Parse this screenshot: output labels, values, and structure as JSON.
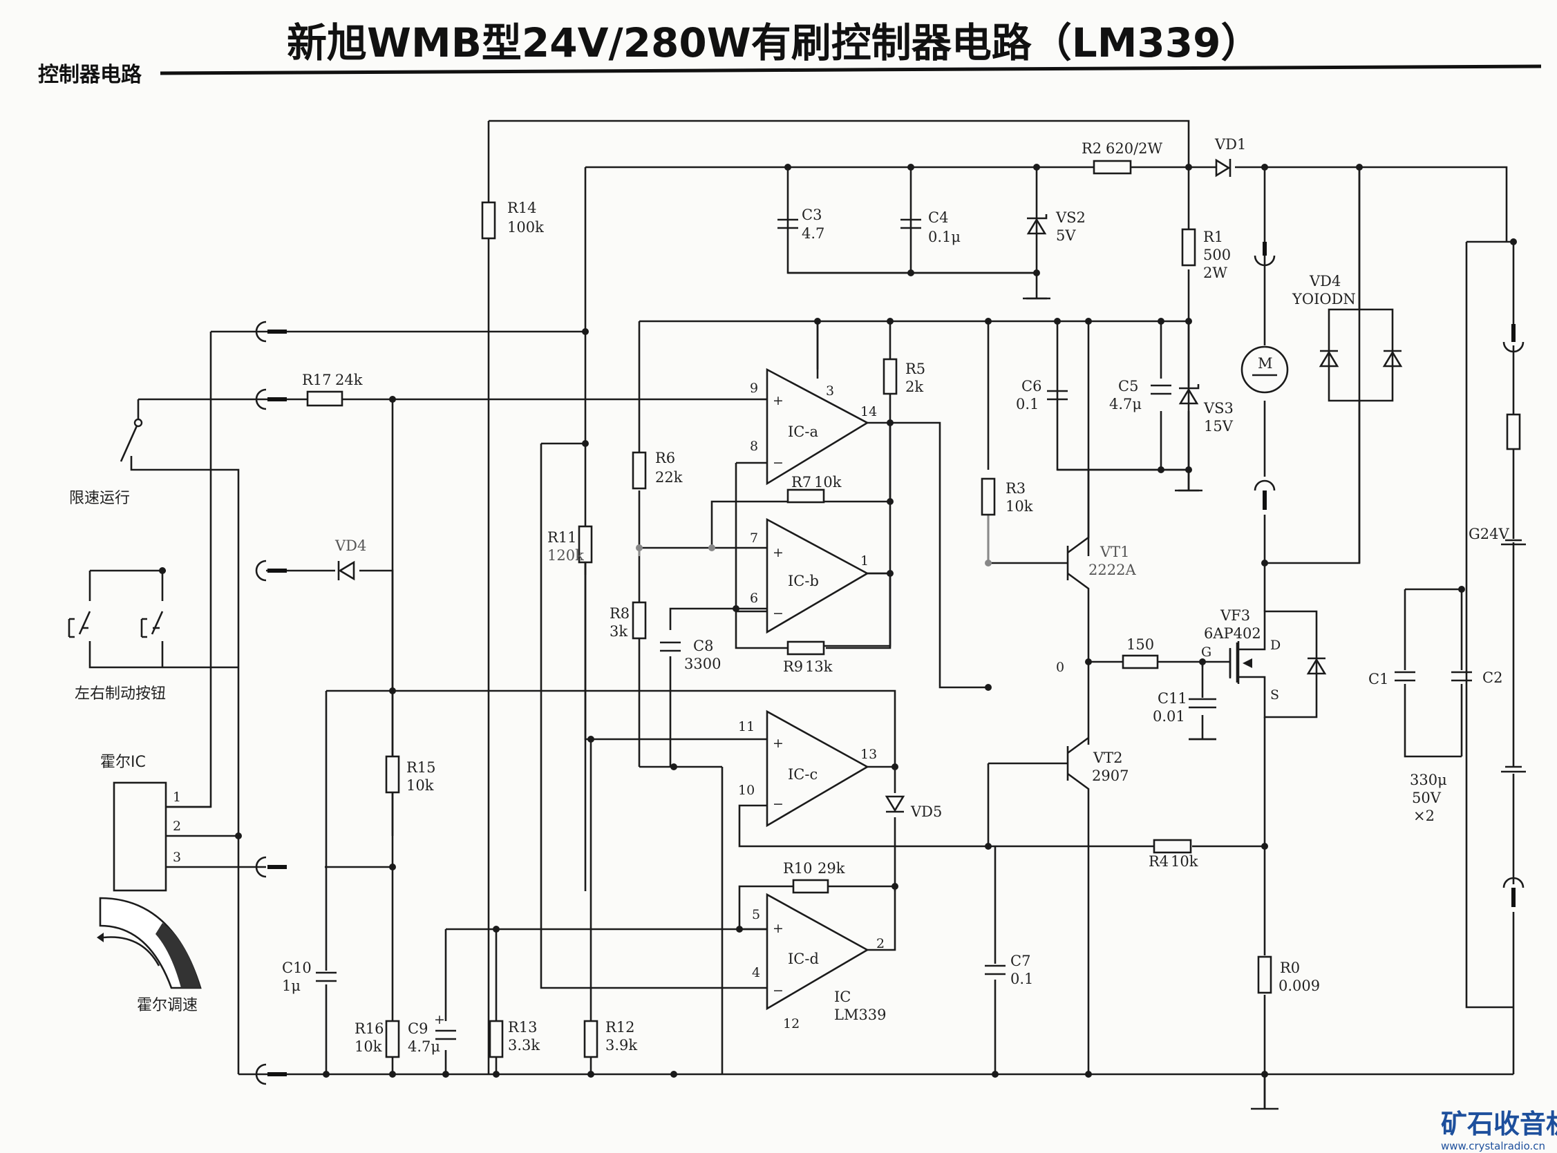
{
  "title": "新旭WMB型24V/280W有刷控制器电路（LM339）",
  "section_label": "控制器电路",
  "labels": {
    "xiansu": "限速运行",
    "zhidong": "左右制动按钮",
    "huoer_ic": "霍尔IC",
    "huoer_tiaosu": "霍尔调速",
    "g24v": "G24V",
    "cap_note": [
      "330μ",
      "50V",
      "×2"
    ],
    "ic_name": [
      "IC",
      "LM339"
    ],
    "ic_a": "IC-a",
    "ic_b": "IC-b",
    "ic_c": "IC-c",
    "ic_d": "IC-d",
    "motor": "M"
  },
  "components": {
    "R17": [
      "R17",
      "24k"
    ],
    "R14": [
      "R14",
      "100k"
    ],
    "R2": [
      "R2",
      "620/2W"
    ],
    "VD1": [
      "VD1"
    ],
    "C3": [
      "C3",
      "4.7"
    ],
    "C4": [
      "C4",
      "0.1μ"
    ],
    "VS2": [
      "VS2",
      "5V"
    ],
    "R1": [
      "R1",
      "500",
      "2W"
    ],
    "VD4_bridge": [
      "VD4",
      "YOIODN"
    ],
    "R5": [
      "R5",
      "2k"
    ],
    "C6": [
      "C6",
      "0.1"
    ],
    "C5": [
      "C5",
      "4.7μ"
    ],
    "VS3": [
      "VS3",
      "15V"
    ],
    "R6": [
      "R6",
      "22k"
    ],
    "R7": [
      "R7",
      "10k"
    ],
    "R3": [
      "R3",
      "10k"
    ],
    "R11": [
      "R11",
      "120k"
    ],
    "VT1": [
      "VT1",
      "2222A"
    ],
    "VD4": [
      "VD4"
    ],
    "R8": [
      "R8",
      "3k"
    ],
    "C8": [
      "C8",
      "3300"
    ],
    "R9": [
      "R9",
      "13k"
    ],
    "VF3": [
      "VF3",
      "6AP402"
    ],
    "R150": [
      "150"
    ],
    "C11": [
      "C11",
      "0.01"
    ],
    "VT2": [
      "VT2",
      "2907"
    ],
    "VD5": [
      "VD5"
    ],
    "R15": [
      "R15",
      "10k"
    ],
    "R4": [
      "R4",
      "10k"
    ],
    "R10": [
      "R10",
      "29k"
    ],
    "C10": [
      "C10",
      "1μ"
    ],
    "C7": [
      "C7",
      "0.1"
    ],
    "R0": [
      "R0",
      "0.009"
    ],
    "R16": [
      "R16",
      "10k"
    ],
    "C9": [
      "C9",
      "4.7μ"
    ],
    "R13": [
      "R13",
      "3.3k"
    ],
    "R12": [
      "R12",
      "3.9k"
    ],
    "C1": [
      "C1"
    ],
    "C2": [
      "C2"
    ]
  },
  "pins": {
    "a_plus": "9",
    "a_minus": "8",
    "a_vcc": "3",
    "a_out": "14",
    "b_plus": "7",
    "b_minus": "6",
    "b_out": "1",
    "c_plus": "11",
    "c_minus": "10",
    "c_out": "13",
    "d_plus": "5",
    "d_minus": "4",
    "d_out": "2",
    "gnd": "12",
    "hall1": "1",
    "hall2": "2",
    "hall3": "3",
    "node0": "0",
    "gate": "G",
    "drain": "D",
    "source": "S",
    "plus": "+",
    "minus": "−"
  },
  "watermark": {
    "logo": "矿石收音机",
    "url": "www.crystalradio.cn"
  },
  "colors": {
    "ink": "#1b1b1b",
    "paper": "#fbfbf9",
    "logo": "#1d4f9c"
  }
}
